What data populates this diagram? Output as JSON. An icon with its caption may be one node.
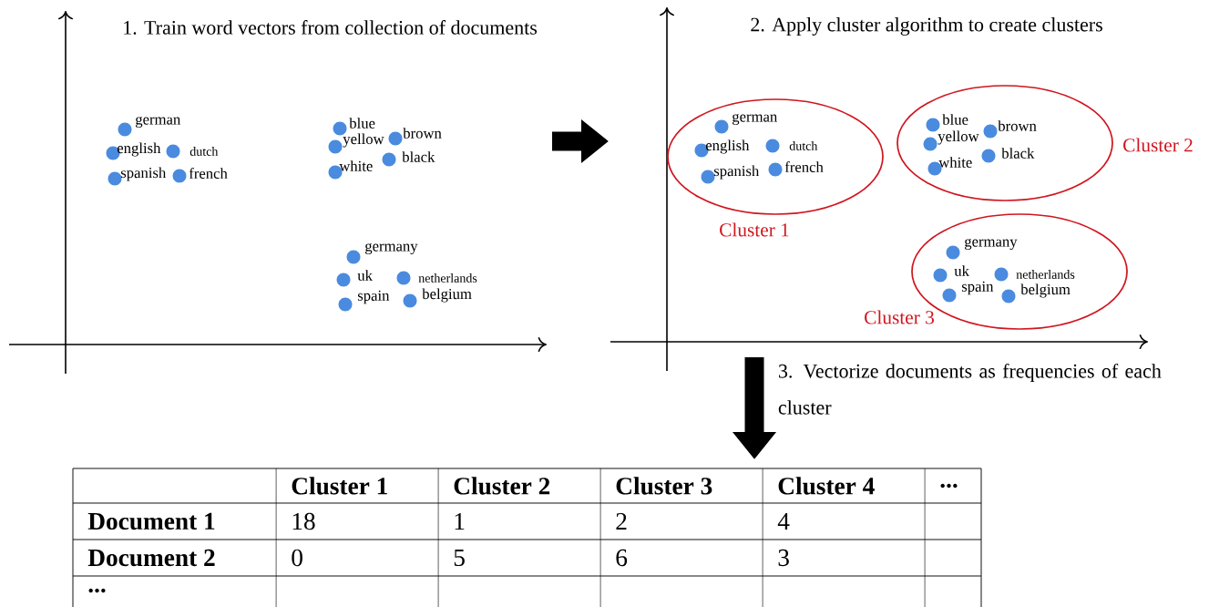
{
  "diagram": {
    "nodes": [
      {
        "text": [
          "1. Train word vectors from collection of documents",
          "german",
          "english",
          "dutch",
          "spanish",
          "french",
          "blue",
          "yellow",
          "brown",
          "white",
          "black",
          "germany",
          "uk",
          "netherlands",
          "spain",
          "belgium"
        ]
      },
      {
        "text": [
          "2. Apply cluster algorithm to create clusters"
        ]
      },
      {
        "text": [
          "german",
          "english",
          "dutch",
          "spanish",
          "french",
          "Cluster 1"
        ],
        "in": 1
      },
      {
        "text": [
          "blue",
          "yellow",
          "brown",
          "white",
          "black",
          "Cluster 2"
        ],
        "in": 1
      },
      {
        "text": [
          "germany",
          "uk",
          "netherlands",
          "spain",
          "belgium",
          "Cluster 3"
        ],
        "in": 1
      },
      {
        "text": [],
        "shape": "box"
      }
    ],
    "edges": [
      {
        "from": 0,
        "to": 1,
        "arrow": "to"
      },
      {
        "from": 1,
        "to": 5,
        "arrow": "to",
        "label": "3. Vectorize documents as frequencies  of each cluster"
      }
    ],
    "labels": [
      "Cluster 1",
      "Cluster 2",
      "Cluster 3",
      "Cluster 4",
      "...",
      "Document 1",
      "18",
      "1",
      "2",
      "4",
      "Document 2",
      "0",
      "5",
      "6",
      "3",
      "..."
    ]
  }
}
